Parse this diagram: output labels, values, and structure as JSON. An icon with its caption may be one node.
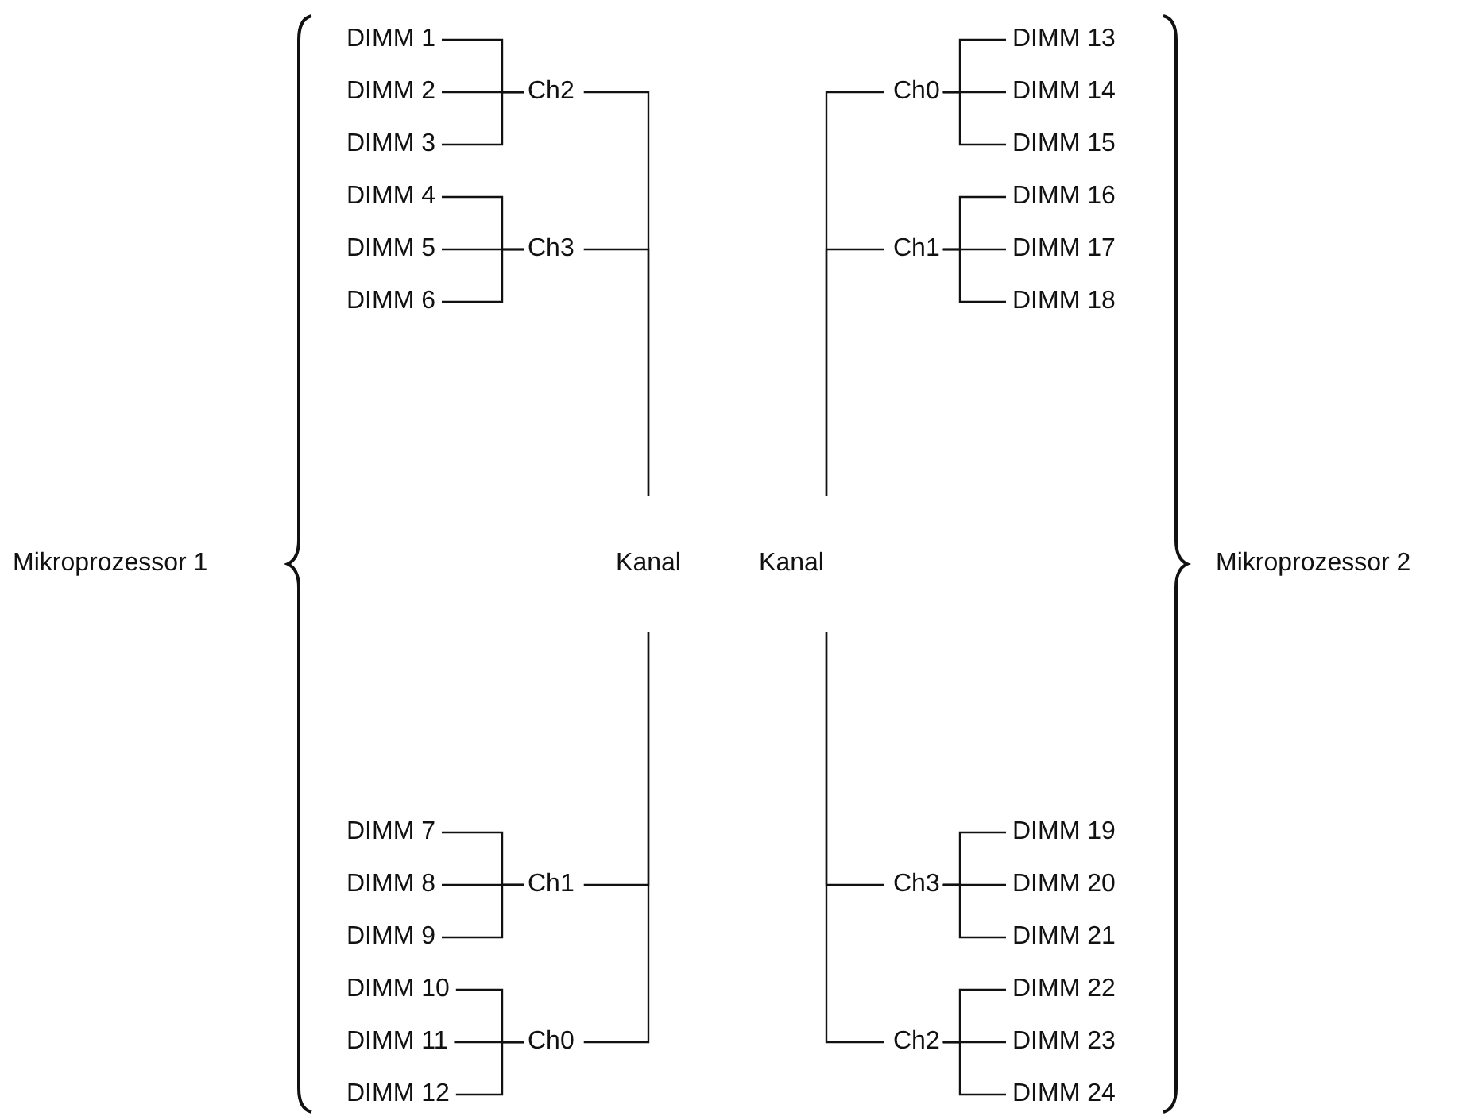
{
  "diagram": {
    "nodes": [
      {
        "text": [
          "Kanal"
        ]
      },
      {
        "text": [
          "Kanal"
        ]
      },
      {
        "text": [
          "Ch2"
        ]
      },
      {
        "text": [
          "DIMM 1"
        ]
      },
      {
        "text": [
          "DIMM 2"
        ]
      },
      {
        "text": [
          "DIMM 3"
        ]
      },
      {
        "text": [
          "Ch3"
        ]
      },
      {
        "text": [
          "DIMM 4"
        ]
      },
      {
        "text": [
          "DIMM 5"
        ]
      },
      {
        "text": [
          "DIMM 6"
        ]
      },
      {
        "text": [
          "Ch1"
        ]
      },
      {
        "text": [
          "DIMM 7"
        ]
      },
      {
        "text": [
          "DIMM 8"
        ]
      },
      {
        "text": [
          "DIMM 9"
        ]
      },
      {
        "text": [
          "Ch0"
        ]
      },
      {
        "text": [
          "DIMM 10"
        ]
      },
      {
        "text": [
          "DIMM 11"
        ]
      },
      {
        "text": [
          "DIMM 12"
        ]
      },
      {
        "text": [
          "Ch0"
        ]
      },
      {
        "text": [
          "DIMM 13"
        ]
      },
      {
        "text": [
          "DIMM 14"
        ]
      },
      {
        "text": [
          "DIMM 15"
        ]
      },
      {
        "text": [
          "Ch1"
        ]
      },
      {
        "text": [
          "DIMM 16"
        ]
      },
      {
        "text": [
          "DIMM 17"
        ]
      },
      {
        "text": [
          "DIMM 18"
        ]
      },
      {
        "text": [
          "Ch3"
        ]
      },
      {
        "text": [
          "DIMM 19"
        ]
      },
      {
        "text": [
          "DIMM 20"
        ]
      },
      {
        "text": [
          "DIMM 21"
        ]
      },
      {
        "text": [
          "Ch2"
        ]
      },
      {
        "text": [
          "DIMM 22"
        ]
      },
      {
        "text": [
          "DIMM 23"
        ]
      },
      {
        "text": [
          "DIMM 24"
        ]
      }
    ],
    "edges": [
      {
        "from": 3,
        "to": 2,
        "arrow": "none"
      },
      {
        "from": 4,
        "to": 2,
        "arrow": "none"
      },
      {
        "from": 5,
        "to": 2,
        "arrow": "none"
      },
      {
        "from": 2,
        "to": 0,
        "arrow": "none"
      },
      {
        "from": 7,
        "to": 6,
        "arrow": "none"
      },
      {
        "from": 8,
        "to": 6,
        "arrow": "none"
      },
      {
        "from": 9,
        "to": 6,
        "arrow": "none"
      },
      {
        "from": 6,
        "to": 0,
        "arrow": "none"
      },
      {
        "from": 11,
        "to": 10,
        "arrow": "none"
      },
      {
        "from": 12,
        "to": 10,
        "arrow": "none"
      },
      {
        "from": 13,
        "to": 10,
        "arrow": "none"
      },
      {
        "from": 10,
        "to": 0,
        "arrow": "none"
      },
      {
        "from": 15,
        "to": 14,
        "arrow": "none"
      },
      {
        "from": 16,
        "to": 14,
        "arrow": "none"
      },
      {
        "from": 17,
        "to": 14,
        "arrow": "none"
      },
      {
        "from": 14,
        "to": 0,
        "arrow": "none"
      },
      {
        "from": 19,
        "to": 18,
        "arrow": "none"
      },
      {
        "from": 20,
        "to": 18,
        "arrow": "none"
      },
      {
        "from": 21,
        "to": 18,
        "arrow": "none"
      },
      {
        "from": 18,
        "to": 1,
        "arrow": "none"
      },
      {
        "from": 23,
        "to": 22,
        "arrow": "none"
      },
      {
        "from": 24,
        "to": 22,
        "arrow": "none"
      },
      {
        "from": 25,
        "to": 22,
        "arrow": "none"
      },
      {
        "from": 22,
        "to": 1,
        "arrow": "none"
      },
      {
        "from": 27,
        "to": 26,
        "arrow": "none"
      },
      {
        "from": 28,
        "to": 26,
        "arrow": "none"
      },
      {
        "from": 29,
        "to": 26,
        "arrow": "none"
      },
      {
        "from": 26,
        "to": 1,
        "arrow": "none"
      },
      {
        "from": 31,
        "to": 30,
        "arrow": "none"
      },
      {
        "from": 32,
        "to": 30,
        "arrow": "none"
      },
      {
        "from": 33,
        "to": 30,
        "arrow": "none"
      },
      {
        "from": 30,
        "to": 1,
        "arrow": "none"
      }
    ],
    "labels": [
      "Mikroprozessor 1",
      "Mikroprozessor 2"
    ]
  }
}
